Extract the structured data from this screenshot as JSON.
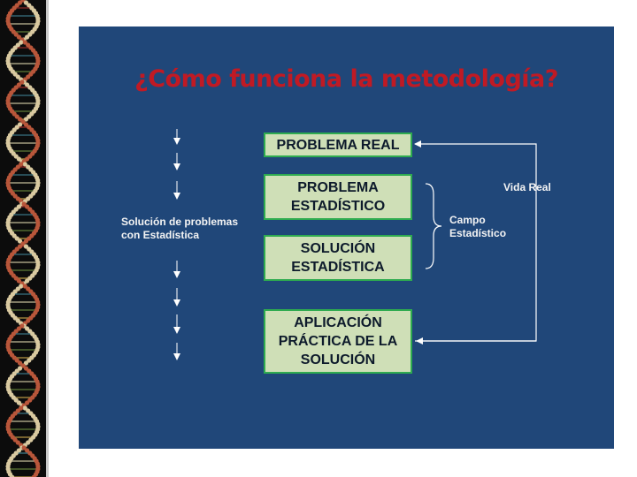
{
  "slide": {
    "title": "¿Cómo funciona la metodología?",
    "boxes": [
      {
        "text": "PROBLEMA REAL"
      },
      {
        "text": "PROBLEMA\nESTADÍSTICO"
      },
      {
        "text": "SOLUCIÓN\nESTADÍSTICA"
      },
      {
        "text": "APLICACIÓN\nPRÁCTICA DE LA\nSOLUCIÓN"
      }
    ],
    "left_label": "Solución de problemas\ncon  Estadística",
    "vida_real": "Vida Real",
    "campo": "Campo\nEstadístico"
  },
  "colors": {
    "background": "#204779",
    "title": "#c01a24",
    "box_fill": "#cfdfb7",
    "box_border": "#2eab4f",
    "lines": "#ffffff"
  }
}
